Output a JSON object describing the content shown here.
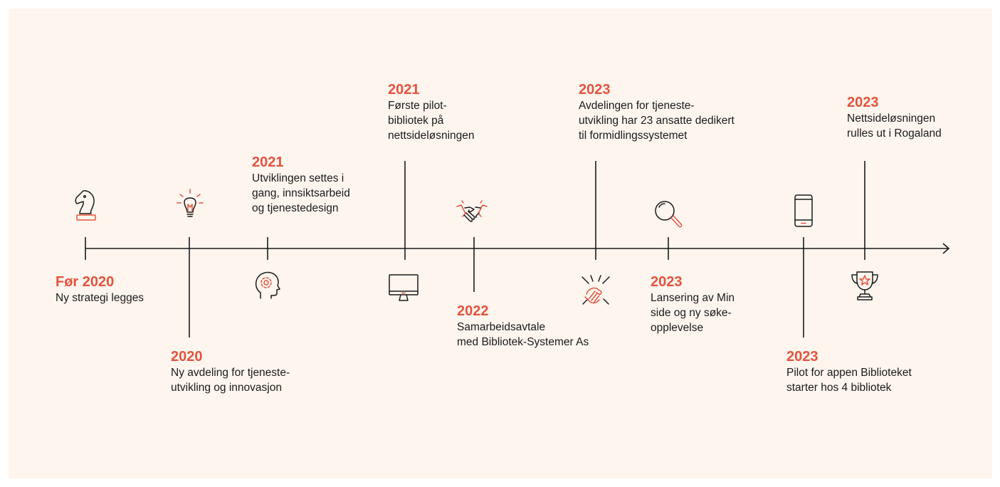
{
  "accent_color": "#e4533f",
  "line_color": "#1b1b1b",
  "background_color": "#fdf5ee",
  "events": [
    {
      "year": "Før 2020",
      "text": "Ny strategi legges",
      "icon": "knight-chess-piece-icon"
    },
    {
      "year": "2020",
      "text": "Ny avdeling for tjeneste-\nutvikling og innovasjon",
      "icon": "lightbulb-icon"
    },
    {
      "year": "2021",
      "text": "Utviklingen settes i\ngang, innsiktsarbeid\nog tjenestedesign",
      "icon": "head-with-gear-icon"
    },
    {
      "year": "2021",
      "text": "Første pilot-\nbibliotek på\nnettsideløsningen",
      "icon": "desktop-monitor-icon"
    },
    {
      "year": "2022",
      "text": "Samarbeidsavtale\nmed Bibliotek-Systemer As",
      "icon": "handshake-icon"
    },
    {
      "year": "2023",
      "text": "Avdelingen for tjeneste-\nutvikling har 23 ansatte dedikert\ntil formidlingssystemet",
      "icon": "team-hands-together-icon"
    },
    {
      "year": "2023",
      "text": "Lansering av Min\nside og ny søke-\nopplevelse",
      "icon": "magnifying-glass-icon"
    },
    {
      "year": "2023",
      "text": "Pilot for appen Biblioteket\nstarter hos 4 bibliotek",
      "icon": "smartphone-icon"
    },
    {
      "year": "2023",
      "text": "Nettsideløsningen\nrulles ut i Rogaland",
      "icon": "trophy-icon"
    }
  ]
}
